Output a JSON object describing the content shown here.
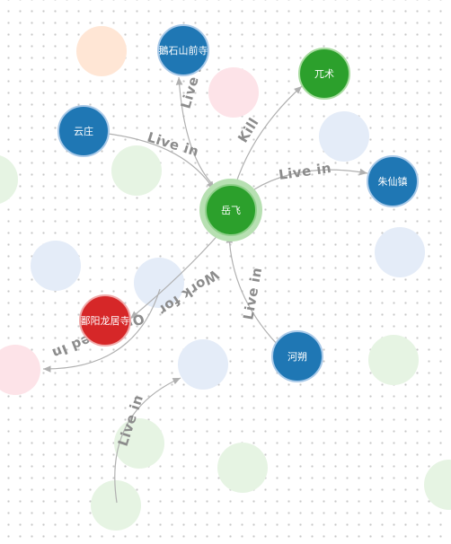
{
  "graph": {
    "colors": {
      "person": "#1f77b4",
      "center": "#2ca02c",
      "place": "#d62728",
      "edge": "#b0b0b0",
      "edge_label": "#8c8c8c",
      "ghost_orange": "#ffe6d5",
      "ghost_pink": "#fde3e8",
      "ghost_blue": "#e4ecf8",
      "ghost_green": "#e6f4e3"
    },
    "nodes": {
      "yuefei": "岳飞",
      "wuzhu": "兀术",
      "eshishan": "鵝石山前寺",
      "yunzhuang": "云庄",
      "zhuxianzhen": "朱仙镇",
      "poyang": "鄱阳龙居寺",
      "heshuo": "河朔"
    },
    "edges": {
      "live_in_yunzhuang": "Live in",
      "live_in_eshishan": "Live in",
      "kill": "Kill",
      "live_in_zhuxianzhen": "Live in",
      "work_for": "Work for",
      "live_in_heshuo": "Live in",
      "org_based_in": "OrgBased In",
      "live_in_bottom": "Live in"
    }
  }
}
